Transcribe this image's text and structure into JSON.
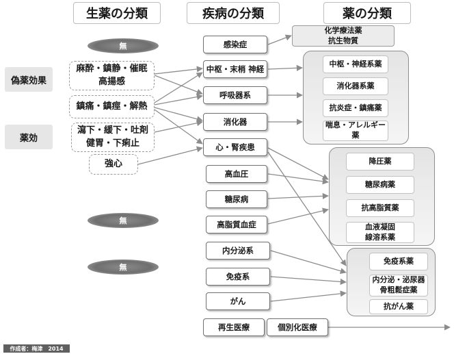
{
  "headers": {
    "crude": "生薬の分類",
    "disease": "疾病の分類",
    "drug": "薬の分類"
  },
  "side_labels": {
    "placebo": "偽薬効果",
    "efficacy": "薬効"
  },
  "crude": {
    "none1": "無",
    "none2": "無",
    "none3": "無",
    "anesthesia_line1": "麻酔・鎮静・催眠",
    "anesthesia_line2": "高揚感",
    "analgesic": "鎮痛・鎮痙・解熱",
    "laxative_line1": "瀉下・緩下・吐剤",
    "laxative_line2": "健胃・下痢止",
    "cardiac": "強心"
  },
  "diseases": {
    "infection": "感染症",
    "cns": "中枢・末梢 神経",
    "respiratory": "呼吸器系",
    "digestive": "消化器",
    "heart": "心・腎疾患",
    "hypertension": "高血圧",
    "diabetes": "糖尿病",
    "hyperlipidemia": "高脂質血症",
    "endocrine": "内分泌系",
    "immune": "免疫系",
    "cancer": "がん",
    "regen": "再生医療",
    "personalized": "個別化医療"
  },
  "drugs": {
    "chemo_line1": "化学療法薬",
    "chemo_line2": "抗生物質",
    "neuro": "中枢・神経系薬",
    "digestive": "消化器系薬",
    "antiinflam": "抗炎症・鎮痛薬",
    "asthma_line1": "喘息・アレルギー",
    "asthma_line2": "薬",
    "antihyper": "降圧薬",
    "diabetes": "糖尿病薬",
    "antilipid": "抗高脂質薬",
    "thrombo_line1": "血液凝固",
    "thrombo_line2": "線溶系薬",
    "immune": "免疫系薬",
    "endo_line1": "内分泌・泌尿器",
    "endo_line2": "骨粗鬆症薬",
    "anticancer": "抗がん薬"
  },
  "credit": "作成者：梅津　2014",
  "colors": {
    "arrow": "#8c8c8c",
    "disease_border": "#6f6f6f",
    "group_fill": "#ececec"
  }
}
